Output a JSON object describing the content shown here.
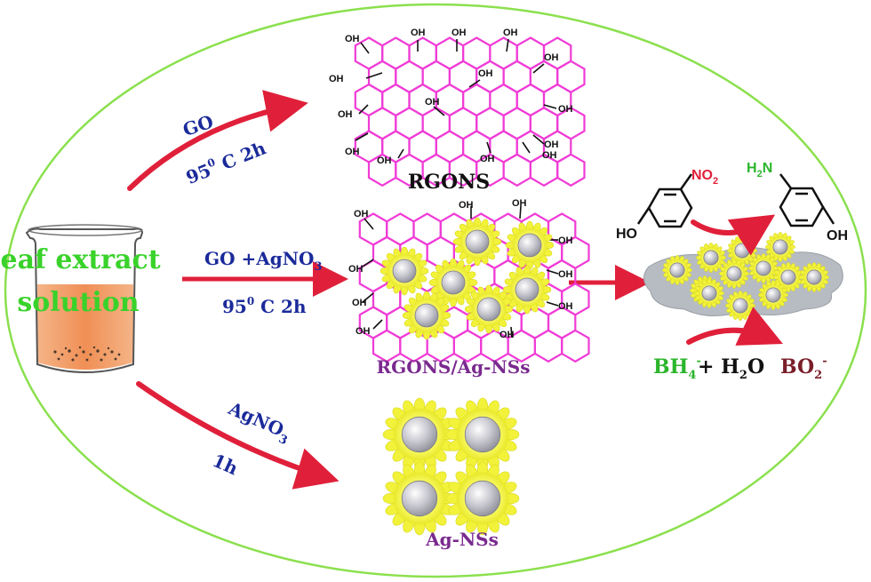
{
  "colors": {
    "ellipse": "#8be04e",
    "arrow": "#e0203a",
    "ring": "#f03bd6",
    "label_blue": "#1a2a9a",
    "label_purple": "#7a2a8e",
    "label_dark": "#111111",
    "leaf_green": "#39d22a",
    "nitro_red": "#e0203a",
    "amine_green": "#2bb52b",
    "bo2_maroon": "#7a1f2a",
    "shell_yellow": "#f2f23a",
    "core_grey": "#b9b9c2",
    "liquid_orange": "#f2a36a"
  },
  "beaker": {
    "label_line1": "Leaf extract",
    "label_line2": "solution"
  },
  "routes": {
    "top": {
      "reagent": "GO",
      "condition_base": "95",
      "condition_sup": "0",
      "condition_rest": " C 2h"
    },
    "middle": {
      "reagent": "GO +AgNO",
      "reagent_sub": "3",
      "condition_base": "95",
      "condition_sup": "0",
      "condition_rest": " C 2h"
    },
    "bottom": {
      "reagent": "AgNO",
      "reagent_sub": "3",
      "condition": "1h"
    }
  },
  "products": {
    "rgons": "RGONS",
    "composite": "RGONS/Ag-NSs",
    "nanoparticles": "Ag-NSs"
  },
  "group_label": "OH",
  "catalysis": {
    "reactant_ho": "HO",
    "reactant_no2": "NO",
    "reactant_no2_sub": "2",
    "product_h2n": "H",
    "product_h2n_sub": "2",
    "product_h2n_tail": "N",
    "product_oh": "OH",
    "bh4": "BH",
    "bh4_sub": "4",
    "bh4_sup": "-",
    "h2o_pre": "+ H",
    "h2o_sub": "2",
    "h2o_post": "O",
    "bo2": "BO",
    "bo2_sub": "2",
    "bo2_sup": "-"
  }
}
